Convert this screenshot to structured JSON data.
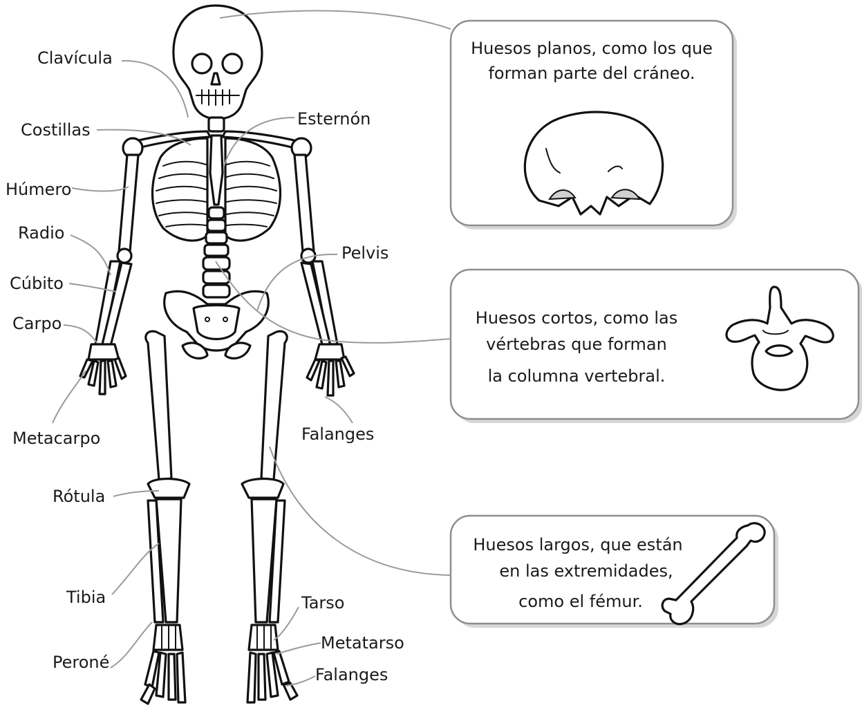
{
  "labels": {
    "clavicula": "Clavícula",
    "costillas": "Costillas",
    "esternon": "Esternón",
    "humero": "Húmero",
    "radio": "Radio",
    "cubito": "Cúbito",
    "carpo": "Carpo",
    "pelvis": "Pelvis",
    "metacarpo": "Metacarpo",
    "falanges_mano": "Falanges",
    "rotula": "Rótula",
    "tibia": "Tibia",
    "tarso": "Tarso",
    "metatarso": "Metatarso",
    "falanges_pie": "Falanges",
    "perone": "Peroné"
  },
  "cards": {
    "planos": {
      "line1": "Huesos planos, como los que",
      "line2": "forman parte del cráneo."
    },
    "cortos": {
      "line1": "Huesos cortos, como las",
      "line2": "vértebras que forman",
      "line3": "la columna vertebral."
    },
    "largos": {
      "line1": "Huesos largos, que están",
      "line2": "en las extremidades,",
      "line3": "como el fémur."
    }
  },
  "colors": {
    "leader": "#9a9a9a",
    "card_border": "#8e8e8e",
    "card_shadow": "#d7d7d7",
    "ink": "#111111"
  }
}
